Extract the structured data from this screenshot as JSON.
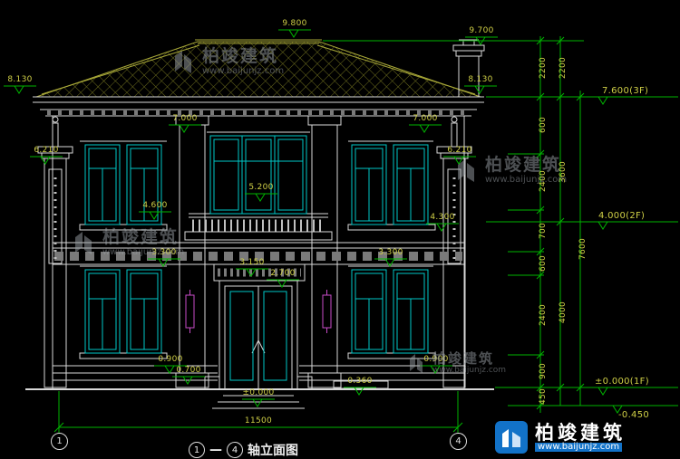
{
  "colors": {
    "background": "#000000",
    "line": "#d8d8d8",
    "window_frame": "#00c8c8",
    "roof_tile": "#8f8f2f",
    "dimension_line": "#00b400",
    "dimension_text": "#cfcf46",
    "accent_magenta": "#c84cc8",
    "logo_blue": "#1272c8",
    "watermark_gray": "#9aa0a6"
  },
  "elevation_labels": {
    "roof_peak": "9.800",
    "chimney_top": "9.700",
    "eave_left": "8.130",
    "eave_right": "8.130",
    "second_lintel_left": "7.000",
    "second_lintel_right": "7.000",
    "pilaster_cap_left": "6.210",
    "pilaster_cap_right": "6.210",
    "balcony_top": "5.200",
    "second_sill_left": "4.600",
    "second_sill_right": "4.300",
    "band_left": "3.300",
    "band_right": "3.300",
    "canopy": "3.150",
    "door_head": "2.700",
    "first_sill_left": "0.900",
    "first_sill_right": "0.900",
    "stoop_wall": "0.700",
    "platform": "0.360",
    "ground": "±0.000",
    "total_width": "11500"
  },
  "right_dimensions": {
    "chain_inner": [
      "2200",
      "600",
      "2400",
      "700",
      "600",
      "2400",
      "900",
      "450"
    ],
    "chain_middle": [
      "2200",
      "3600",
      "4000"
    ],
    "chain_outer": [
      "7600"
    ]
  },
  "floor_levels": [
    "7.600(3F)",
    "4.000(2F)",
    "±0.000(1F)",
    "-0.450"
  ],
  "title": {
    "axis_start": "1",
    "separator": "—",
    "axis_end": "4",
    "text": "轴立面图"
  },
  "axis_bubbles": {
    "left": "1",
    "right": "4"
  },
  "watermark": {
    "brand": "柏竣建筑",
    "url": "www.baijunjz.com"
  },
  "logo": {
    "brand": "柏竣建筑",
    "url": "www.baijunjz.com"
  }
}
